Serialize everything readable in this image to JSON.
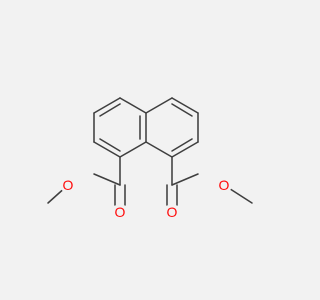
{
  "molecule": {
    "atoms": {
      "o_left_ether": "O",
      "o_left_carbonyl": "O",
      "o_right_carbonyl": "O",
      "o_right_ether": "O"
    },
    "colors": {
      "background": "#f2f2f2",
      "bond": "#3f3f3f",
      "oxygen": "#ff0d0d"
    }
  }
}
